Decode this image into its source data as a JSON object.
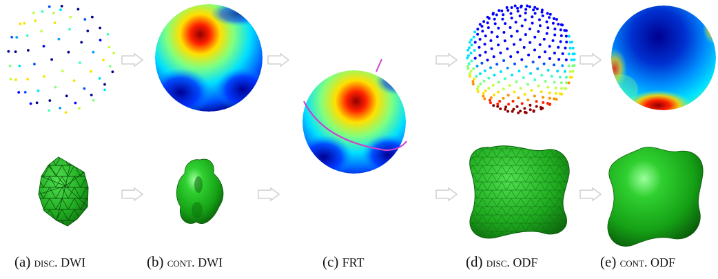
{
  "captions": [
    {
      "tag": "(a)",
      "text": "disc. DWI"
    },
    {
      "tag": "(b)",
      "text": "cont. DWI"
    },
    {
      "tag": "(c)",
      "text": "FRT"
    },
    {
      "tag": "(d)",
      "text": "disc. ODF"
    },
    {
      "tag": "(e)",
      "text": "cont. ODF"
    }
  ],
  "colors": {
    "arrow_stroke": "#cfcfcf",
    "jet_dark_blue": "#00008f",
    "jet_blue": "#0050ff",
    "jet_cyan": "#00e0ff",
    "jet_green": "#80ff80",
    "jet_yellow": "#ffe000",
    "jet_red": "#ff2000",
    "jet_dark_red": "#8f0000",
    "glyph_green": "#1fb81f",
    "glyph_dark_green": "#0b5f0b",
    "great_circle": "#d040d0"
  },
  "icons": [
    "arrow-right-icon"
  ]
}
